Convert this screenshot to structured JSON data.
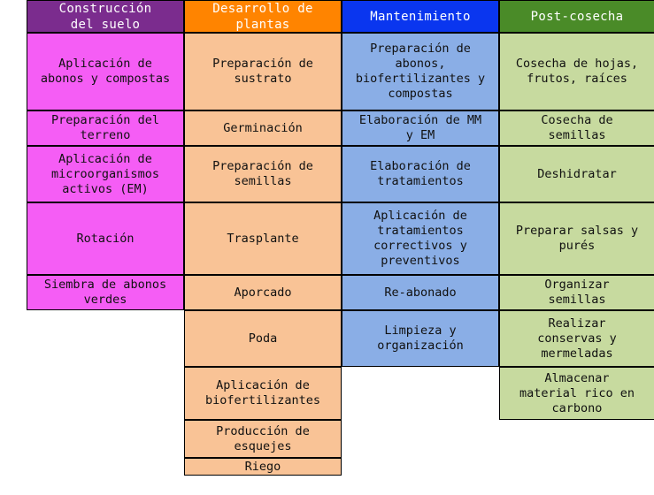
{
  "colors": {
    "construccion_header": "#7b2c8e",
    "construccion_body": "#f55df5",
    "desarrollo_header": "#ff8400",
    "desarrollo_body": "#f9c396",
    "mantenimiento_header": "#0a36ef",
    "mantenimiento_body": "#8aaee6",
    "postcosecha_header": "#4a8b28",
    "postcosecha_body": "#c7da9f"
  },
  "columns": {
    "construccion": {
      "header": "Construcción\ndel suelo",
      "items": [
        "Aplicación de\nabonos y compostas",
        "Preparación del\nterreno",
        "Aplicación de\nmicroorganismos\nactivos (EM)",
        "Rotación",
        "Siembra de abonos\nverdes"
      ]
    },
    "desarrollo": {
      "header": "Desarrollo de\nplantas",
      "items": [
        "Preparación de\nsustrato",
        "Germinación",
        "Preparación de\nsemillas",
        "Trasplante",
        "Aporcado",
        "Poda",
        "Aplicación de\nbiofertilizantes",
        "Producción de\nesquejes",
        "Riego"
      ]
    },
    "mantenimiento": {
      "header": "Mantenimiento",
      "items": [
        "Preparación de\nabonos,\nbiofertilizantes y\ncompostas",
        "Elaboración de MM\ny EM",
        "Elaboración de\ntratamientos",
        "Aplicación de\ntratamientos\ncorrectivos y\npreventivos",
        "Re-abonado",
        "Limpieza y\norganización"
      ]
    },
    "postcosecha": {
      "header": "Post-cosecha",
      "items": [
        "Cosecha de hojas,\nfrutos, raíces",
        "Cosecha de\nsemillas",
        "Deshidratar",
        "Preparar salsas y\npurés",
        "Organizar\nsemillas",
        "Realizar\nconservas y\nmermeladas",
        "Almacenar\nmaterial rico en\ncarbono"
      ]
    }
  }
}
